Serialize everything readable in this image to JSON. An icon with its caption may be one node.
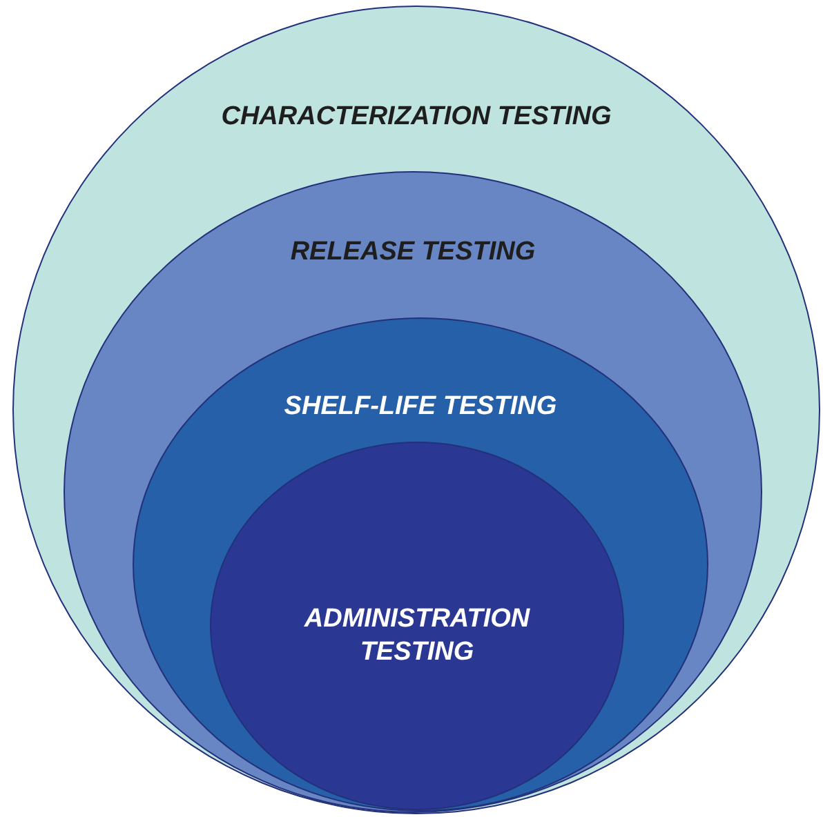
{
  "diagram": {
    "nodes": [
      {
        "text": [
          "CHARACTERIZATION TESTING"
        ]
      },
      {
        "text": [
          "RELEASE TESTING"
        ],
        "in": 0
      },
      {
        "text": [
          "SHELF-LIFE TESTING"
        ],
        "in": 1
      },
      {
        "text": [
          "ADMINISTRATION TESTING"
        ],
        "in": 2
      }
    ]
  }
}
